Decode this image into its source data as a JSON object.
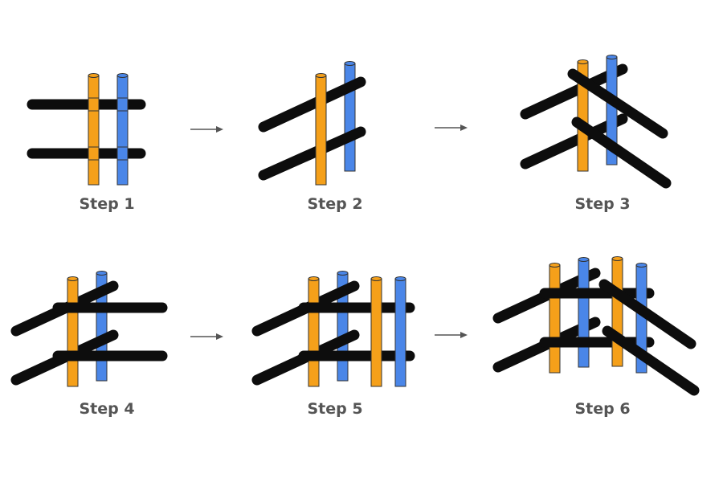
{
  "steps": [
    {
      "label": "Step 1"
    },
    {
      "label": "Step 2"
    },
    {
      "label": "Step 3"
    },
    {
      "label": "Step 4"
    },
    {
      "label": "Step 5"
    },
    {
      "label": "Step 6"
    }
  ],
  "colors": {
    "orange_rod": "#f5a01a",
    "blue_rod": "#4a86e8",
    "black_rod": "#0d0d0d",
    "outline": "#333333",
    "arrow": "#555555",
    "label_text": "#555555"
  },
  "icons": {
    "arrow": "right-arrow-icon"
  }
}
